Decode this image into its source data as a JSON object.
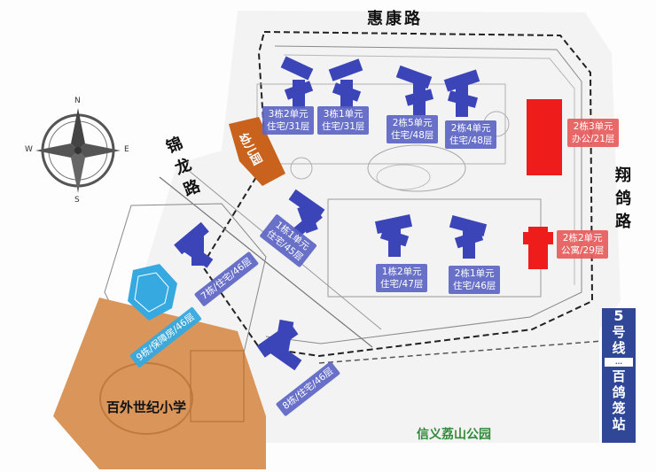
{
  "roads": {
    "north": "惠康路",
    "east": "翔鸽路",
    "west": "锦龙路"
  },
  "compass": {
    "n": "N",
    "s": "S",
    "e": "E",
    "w": "W"
  },
  "buildings": {
    "b3_2": {
      "line1": "3栋2单元",
      "line2": "住宅/31层"
    },
    "b3_1": {
      "line1": "3栋1单元",
      "line2": "住宅/31层"
    },
    "b2_5": {
      "line1": "2栋5单元",
      "line2": "住宅/48层"
    },
    "b2_4": {
      "line1": "2栋4单元",
      "line2": "住宅/48层"
    },
    "b2_3": {
      "line1": "2栋3单元",
      "line2": "办公/21层"
    },
    "b2_2": {
      "line1": "2栋2单元",
      "line2": "公寓/29层"
    },
    "b1_1": {
      "line1": "1栋1单元",
      "line2": "住宅/45层"
    },
    "b1_2": {
      "line1": "1栋2单元",
      "line2": "住宅/47层"
    },
    "b2_1": {
      "line1": "2栋1单元",
      "line2": "住宅/46层"
    },
    "b7": {
      "text": "7栋/住宅/46层"
    },
    "b8": {
      "text": "8栋/住宅/46层"
    },
    "b9": {
      "text": "9栋/保障房/46层"
    }
  },
  "kindergarten": "幼儿园",
  "school": "百外世纪小学",
  "park": "信义荔山公园",
  "station": {
    "number": "5",
    "chars": [
      "号",
      "线"
    ],
    "tag": "...",
    "name": [
      "百",
      "鸽",
      "笼",
      "站"
    ]
  },
  "colors": {
    "residential": "#3b45b8",
    "office": "#ef1c1c",
    "kindergarten": "#c8621c",
    "school_land": "#d9955a",
    "affordable": "#36a9e0",
    "station": "#2f4796"
  }
}
